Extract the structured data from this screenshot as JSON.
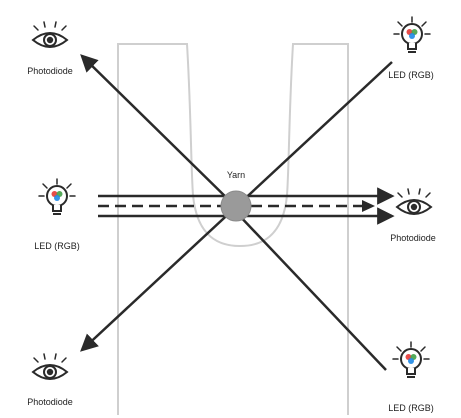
{
  "yarn_label": "Yarn",
  "components": [
    {
      "id": "photodiode-top-left",
      "kind": "photodiode",
      "label": "Photodiode"
    },
    {
      "id": "led-top-right",
      "kind": "led",
      "label": "LED (RGB)"
    },
    {
      "id": "led-middle-left",
      "kind": "led",
      "label": "LED (RGB)"
    },
    {
      "id": "photodiode-middle-right",
      "kind": "photodiode",
      "label": "Photodiode"
    },
    {
      "id": "photodiode-bottom-left",
      "kind": "photodiode",
      "label": "Photodiode"
    },
    {
      "id": "led-bottom-right",
      "kind": "led",
      "label": "LED (RGB)"
    }
  ],
  "icons": {
    "photodiode": "eye-icon",
    "led": "light-bulb-icon"
  },
  "colors": {
    "line": "#2a2a2a",
    "guide": "#cfcfcf",
    "yarn": "#9a9a9a",
    "led_red": "#e53935",
    "led_green": "#43a047",
    "led_blue": "#1e88e5"
  }
}
